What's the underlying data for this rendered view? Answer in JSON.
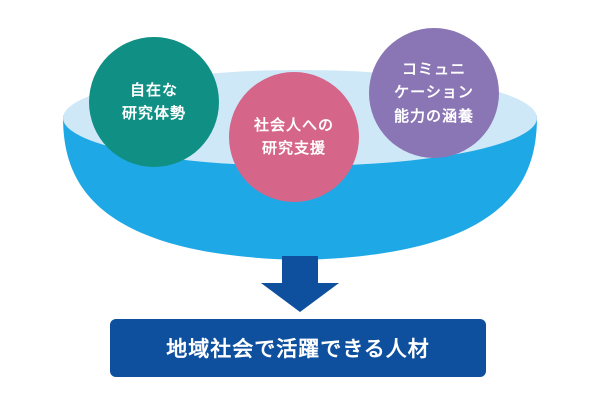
{
  "circles": [
    {
      "line1": "自在な",
      "line2": "研究体勢",
      "color": "#108f84"
    },
    {
      "line1": "社会人への",
      "line2": "研究支援",
      "color": "#d6658a"
    },
    {
      "line1": "コミュニ",
      "line2": "ケーション",
      "line3": "能力の涵養",
      "color": "#8a75b5"
    }
  ],
  "bowl": {
    "rim_color": "#cfe8f7",
    "body_color": "#1fa8e6"
  },
  "arrow": {
    "color": "#0e4f9e"
  },
  "outcome": {
    "label": "地域社会で活躍できる人材",
    "color": "#0e4f9e"
  }
}
